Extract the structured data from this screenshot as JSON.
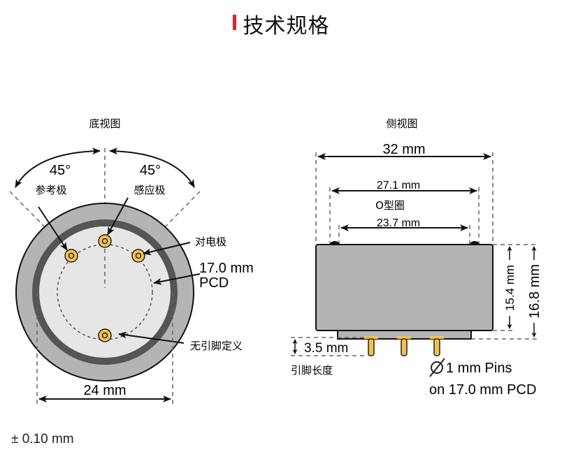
{
  "page": {
    "title": "技术规格",
    "accent_color": "#e3242b"
  },
  "bottom_view": {
    "title": "底视图",
    "angle_left": "45°",
    "angle_right": "45°",
    "label_reference": "参考极",
    "label_sensing": "感应极",
    "label_counter": "对电极",
    "pcd_value": "17.0 mm",
    "pcd_label": "PCD",
    "label_no_pin": "无引脚定义",
    "diameter": "24 mm",
    "colors": {
      "outer": "#b4b4b4",
      "ring": "#555555",
      "inner": "#e6e6e6",
      "pin": "#f5c14a"
    }
  },
  "side_view": {
    "title": "侧视图",
    "width_total": "32 mm",
    "width_oring_outer": "27.1 mm",
    "oring_label": "O型圈",
    "width_oring_inner": "23.7 mm",
    "height_body": "15.4 mm",
    "height_total": "16.8 mm",
    "pin_length": "3.5 mm",
    "pin_length_label": "引脚长度",
    "pin_spec_line1": "1 mm Pins",
    "pin_spec_line2": "on 17.0 mm PCD",
    "colors": {
      "body": "#b4b4b4",
      "pin": "#f5c14a"
    }
  },
  "footer": {
    "tolerance": "± 0.10 mm"
  }
}
